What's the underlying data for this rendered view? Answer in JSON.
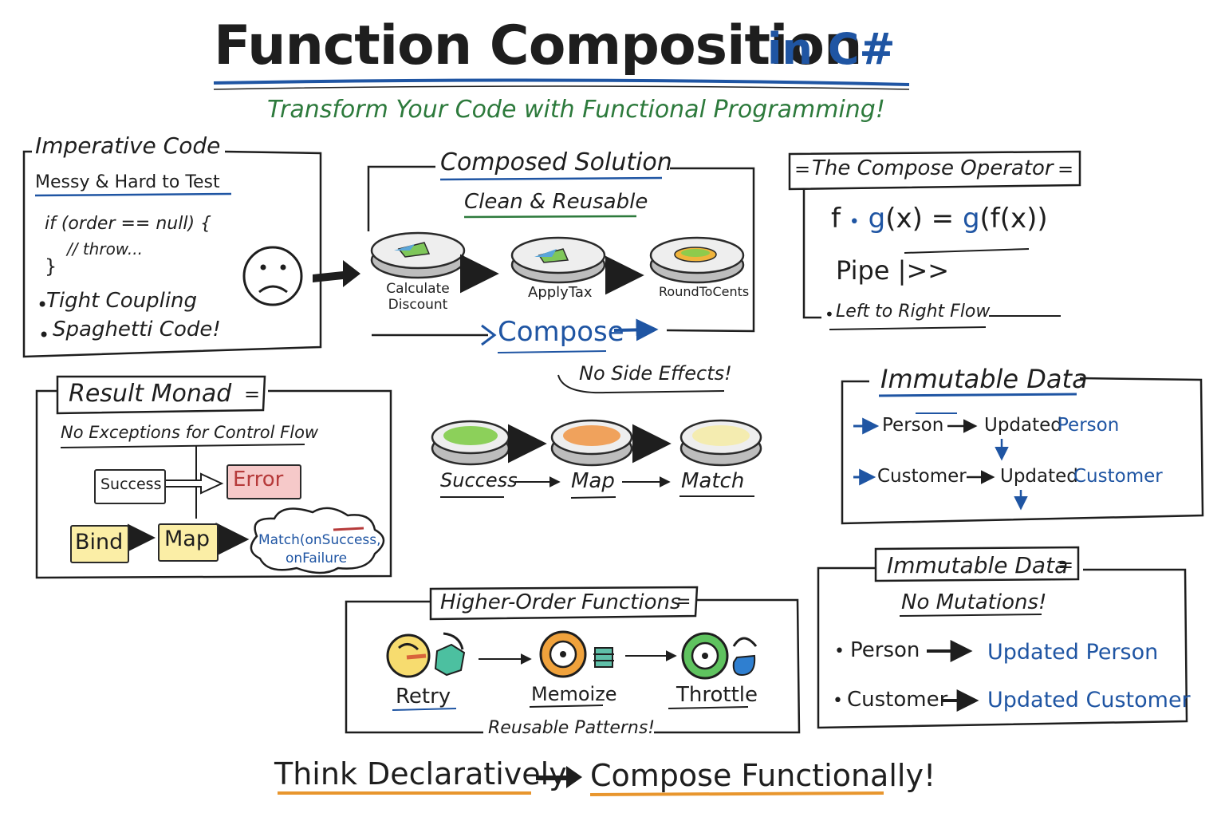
{
  "title": {
    "main": "Function Composition",
    "lang": "in C#",
    "subtitle": "Transform Your Code with Functional Programming!"
  },
  "imperative": {
    "header": "Imperative Code",
    "sub": "Messy & Hard to Test",
    "code": [
      "if (order == null) {",
      "// throw...",
      "}"
    ],
    "bullets": [
      "Tight Coupling",
      "Spaghetti Code!"
    ]
  },
  "composed": {
    "header": "Composed Solution",
    "sub": "Clean & Reusable",
    "steps": [
      {
        "label": "Calculate",
        "label2": "Discount"
      },
      {
        "label": "ApplyTax",
        "label2": ""
      },
      {
        "label": "RoundToCents",
        "label2": ""
      }
    ],
    "compose": "Compose"
  },
  "operator": {
    "header": "The Compose Operator",
    "formula_f": "f",
    "formula_dot": "•",
    "formula_g": "g",
    "formula_x": "(x) =",
    "formula_g2": "g",
    "formula_rest": "(f(x))",
    "pipe": "Pipe |>>",
    "flow": "Left to Right Flow"
  },
  "side_effects": "No Side Effects!",
  "pipeline": {
    "steps": [
      "Success",
      "Map",
      "Match"
    ]
  },
  "result": {
    "header": "Result Monad",
    "sub": "No Exceptions for Control Flow",
    "success": "Success",
    "error": "Error",
    "bind": "Bind",
    "map": "Map",
    "match1": "Match(onSuccess,",
    "match2": "onFailure"
  },
  "immutable1": {
    "header": "Immutable Data",
    "row1_left": "Person",
    "row1_mid": "Updated",
    "row1_right": "Person",
    "row2_left": "Customer",
    "row2_mid": "Updated",
    "row2_right": "Customer"
  },
  "immutable2": {
    "header": "Immutable Data",
    "sub": "No Mutations!",
    "row1_left": "Person",
    "row1_right": "Updated Person",
    "row2_left": "Customer",
    "row2_right": "Updated Customer"
  },
  "hof": {
    "header": "Higher-Order Functions",
    "items": [
      "Retry",
      "Memoize",
      "Throttle"
    ],
    "footer": "Reusable Patterns!"
  },
  "footer": {
    "left": "Think Declaratively",
    "right": "Compose Functionally!"
  },
  "colors": {
    "ink": "#1e1e1e",
    "blue": "#1f55a3",
    "green": "#2d7a3c",
    "orange": "#e8962e",
    "red": "#b63a3a",
    "yellow": "#fbeea6",
    "pink": "#f6c9c9"
  }
}
